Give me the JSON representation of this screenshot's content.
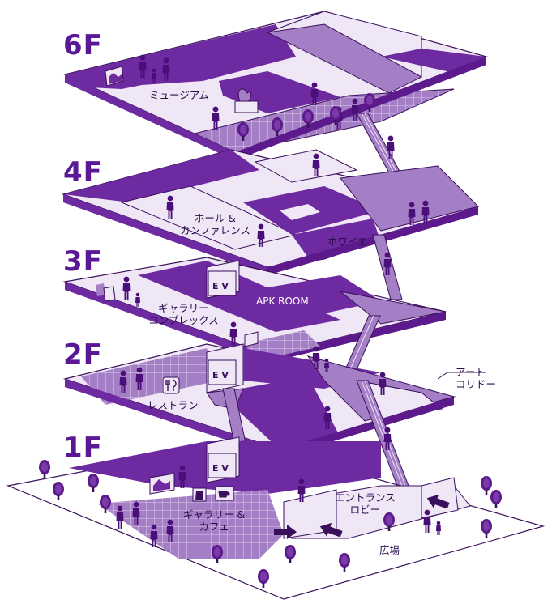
{
  "colors": {
    "dark": "#6e2aa0",
    "mid": "#a57fc6",
    "light": "#efe6f6",
    "line": "#3a0f5c",
    "text": "#2a0a4a",
    "floor_label": "#5a1896",
    "tree": "#5c1a8c"
  },
  "floors": [
    {
      "label": "6F"
    },
    {
      "label": "4F"
    },
    {
      "label": "3F"
    },
    {
      "label": "2F"
    },
    {
      "label": "1F"
    }
  ],
  "areas": {
    "museum": "ミュージアム",
    "hall": "ホール &\nカンファレンス",
    "foyer": "ホワイエ",
    "apk_room": "APK ROOM",
    "gallery_complex": "ギャラリー\nコンプレックス",
    "restaurant": "レストラン",
    "art_corridor": "アート\nコリドー",
    "gallery_cafe": "ギャラリー &\nカフェ",
    "entrance_lobby": "エントランス\nロビー",
    "plaza": "広場"
  },
  "elevator_sign": "EV",
  "icons": [
    "person-icon",
    "family-icon",
    "tree-icon",
    "fork-knife-icon",
    "coffee-cup-icon",
    "shopping-bag-icon",
    "picture-frame-icon",
    "sculpture-icon",
    "escalator-icon",
    "entrance-arrow-icon"
  ]
}
